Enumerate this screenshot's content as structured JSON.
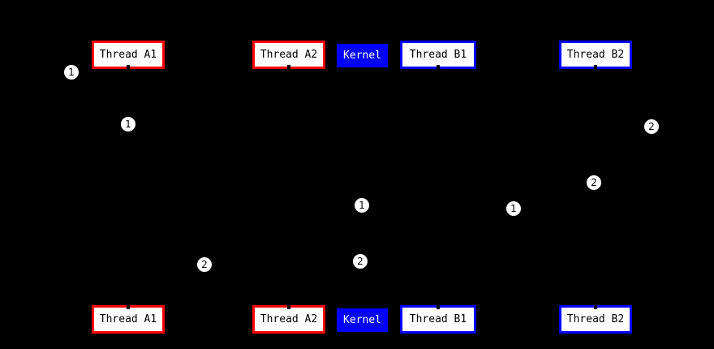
{
  "diagram": {
    "type": "sequence-diagram",
    "background_color": "#000000",
    "colors": {
      "thread_a_border": "#ff0000",
      "thread_b_border": "#0000ff",
      "kernel_fill": "#0000ff",
      "box_fill": "#ffffff",
      "box_text": "#000000",
      "kernel_text": "#ffffff",
      "marker_fill": "#ffffff",
      "marker_text": "#000000"
    },
    "actors": [
      {
        "label": "Thread A1",
        "style": "red-outline"
      },
      {
        "label": "Thread A2",
        "style": "red-outline"
      },
      {
        "label": "Kernel",
        "style": "blue-fill"
      },
      {
        "label": "Thread B1",
        "style": "blue-outline"
      },
      {
        "label": "Thread B2",
        "style": "blue-outline"
      }
    ],
    "step_markers": [
      {
        "label": "1"
      },
      {
        "label": "1"
      },
      {
        "label": "2"
      },
      {
        "label": "2"
      },
      {
        "label": "1"
      },
      {
        "label": "1"
      },
      {
        "label": "2"
      },
      {
        "label": "2"
      }
    ]
  }
}
